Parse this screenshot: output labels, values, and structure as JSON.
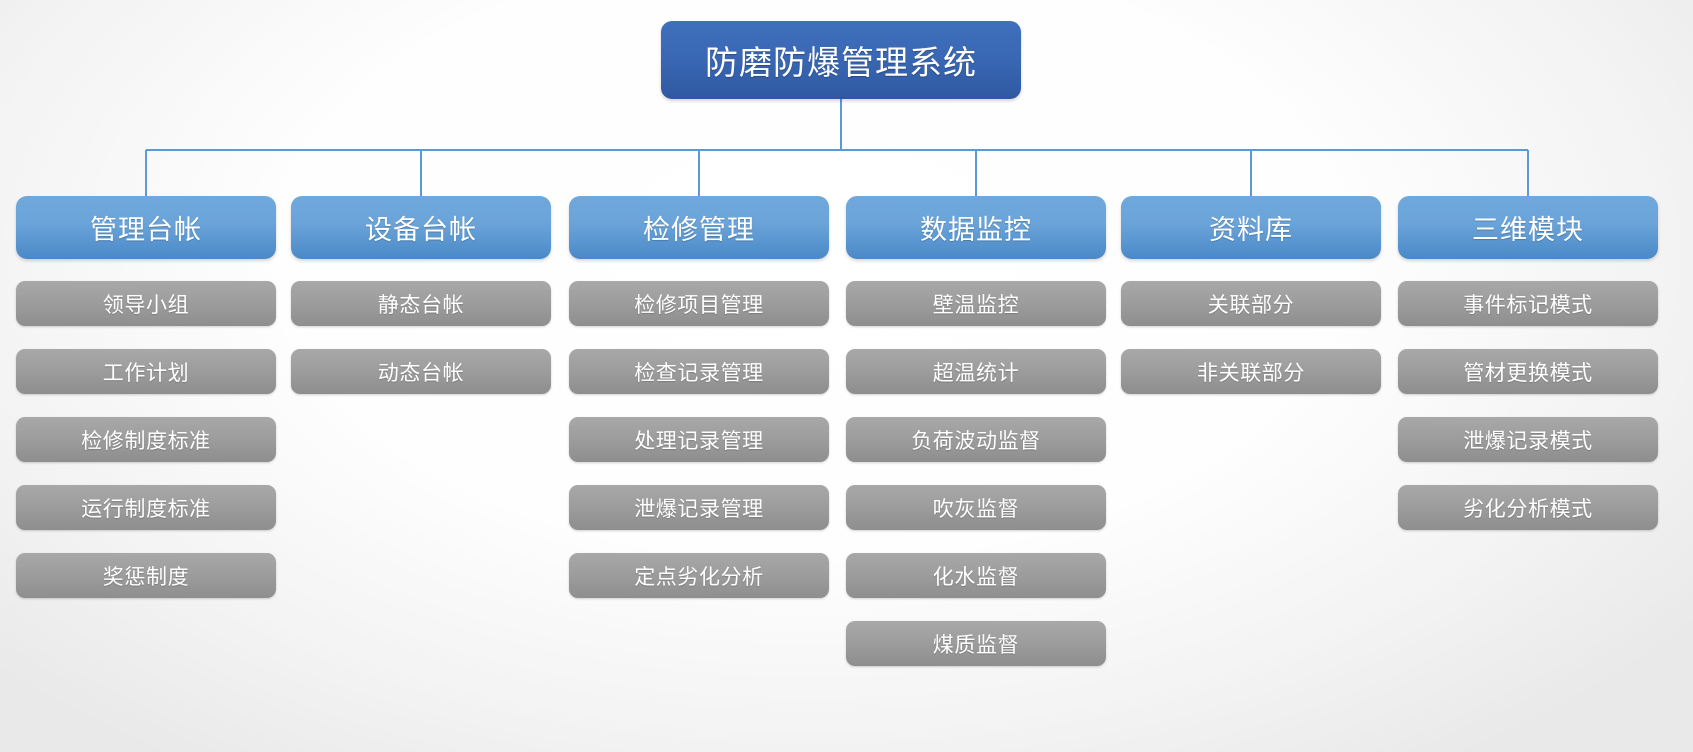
{
  "diagram": {
    "type": "organization-chart",
    "orientation": "top-down",
    "levels": 3,
    "colors": {
      "root_fill": "#35609f",
      "group_fill": "#6ba4d9",
      "leaf_fill": "#9a9a9a",
      "connector": "#5b9bd5",
      "text": "#ffffff",
      "background": "#ffffff"
    },
    "root": {
      "label": "防磨防爆管理系统"
    },
    "groups": [
      {
        "label": "管理台帐",
        "children": [
          {
            "label": "领导小组"
          },
          {
            "label": "工作计划"
          },
          {
            "label": "检修制度标准"
          },
          {
            "label": "运行制度标准"
          },
          {
            "label": "奖惩制度"
          }
        ]
      },
      {
        "label": "设备台帐",
        "children": [
          {
            "label": "静态台帐"
          },
          {
            "label": "动态台帐"
          }
        ]
      },
      {
        "label": "检修管理",
        "children": [
          {
            "label": "检修项目管理"
          },
          {
            "label": "检查记录管理"
          },
          {
            "label": "处理记录管理"
          },
          {
            "label": "泄爆记录管理"
          },
          {
            "label": "定点劣化分析"
          }
        ]
      },
      {
        "label": "数据监控",
        "children": [
          {
            "label": "壁温监控"
          },
          {
            "label": "超温统计"
          },
          {
            "label": "负荷波动监督"
          },
          {
            "label": "吹灰监督"
          },
          {
            "label": "化水监督"
          },
          {
            "label": "煤质监督"
          }
        ]
      },
      {
        "label": "资料库",
        "children": [
          {
            "label": "关联部分"
          },
          {
            "label": "非关联部分"
          }
        ]
      },
      {
        "label": "三维模块",
        "children": [
          {
            "label": "事件标记模式"
          },
          {
            "label": "管材更换模式"
          },
          {
            "label": "泄爆记录模式"
          },
          {
            "label": "劣化分析模式"
          }
        ]
      }
    ]
  }
}
